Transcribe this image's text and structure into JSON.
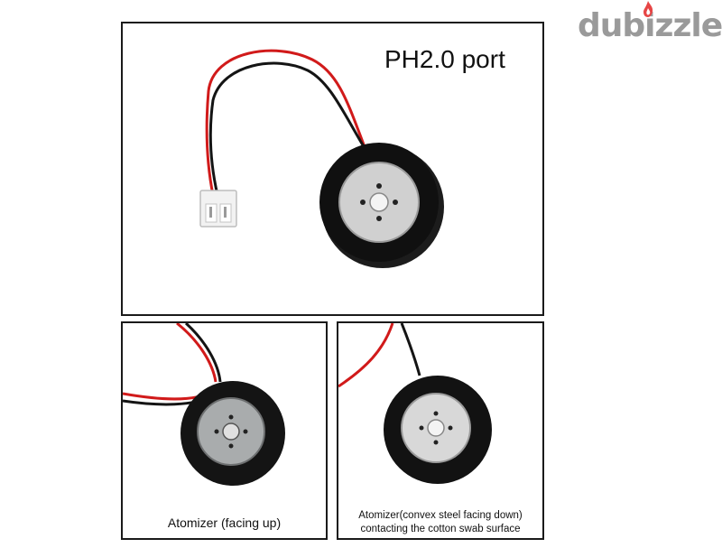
{
  "logo": {
    "text": "dubizzle"
  },
  "top_panel": {
    "title": "PH2.0 port"
  },
  "bottom_left_panel": {
    "caption": "Atomizer (facing up)"
  },
  "bottom_right_panel": {
    "caption_line1": "Atomizer(convex steel facing down)",
    "caption_line2": "contacting the cotton swab surface"
  },
  "colors": {
    "wire_red": "#d11a1a",
    "wire_black": "#141414",
    "disc_black": "#111111",
    "metal": "#c9c9c9",
    "logo_gray": "#9a9a9a",
    "flame_red": "#e64545"
  }
}
